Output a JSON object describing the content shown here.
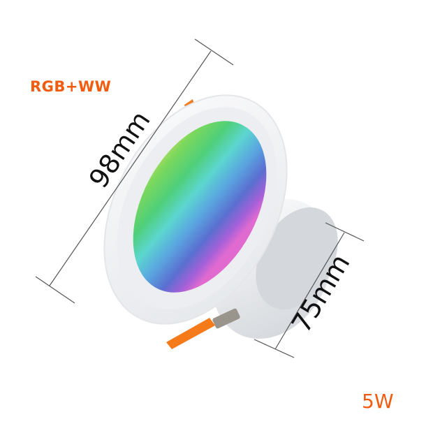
{
  "product": {
    "type_label": "RGB+WW",
    "power_label": "5W",
    "dimensions": {
      "diameter_label": "98mm",
      "height_label": "75mm"
    }
  },
  "colors": {
    "accent": "#f25c0f",
    "dimension_line": "#555555",
    "housing": "#f2f3f5",
    "clip": "#f47a1a"
  }
}
